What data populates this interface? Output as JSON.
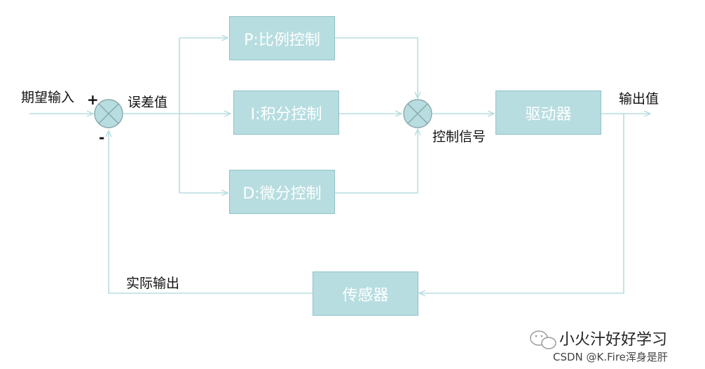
{
  "blocks": {
    "p": "P:比例控制",
    "i": "I:积分控制",
    "d": "D:微分控制",
    "driver": "驱动器",
    "sensor": "传感器"
  },
  "labels": {
    "input": "期望输入",
    "error": "误差值",
    "control_signal": "控制信号",
    "output": "输出值",
    "actual_output": "实际输出"
  },
  "signs": {
    "plus": "+",
    "minus": "-"
  },
  "watermark": {
    "account": "小火汁好好学习",
    "csdn": "CSDN @K.Fire浑身是肝"
  },
  "colors": {
    "line": "#b7dde0",
    "block": "#b7dde0",
    "block_border": "#8fc3c8"
  }
}
